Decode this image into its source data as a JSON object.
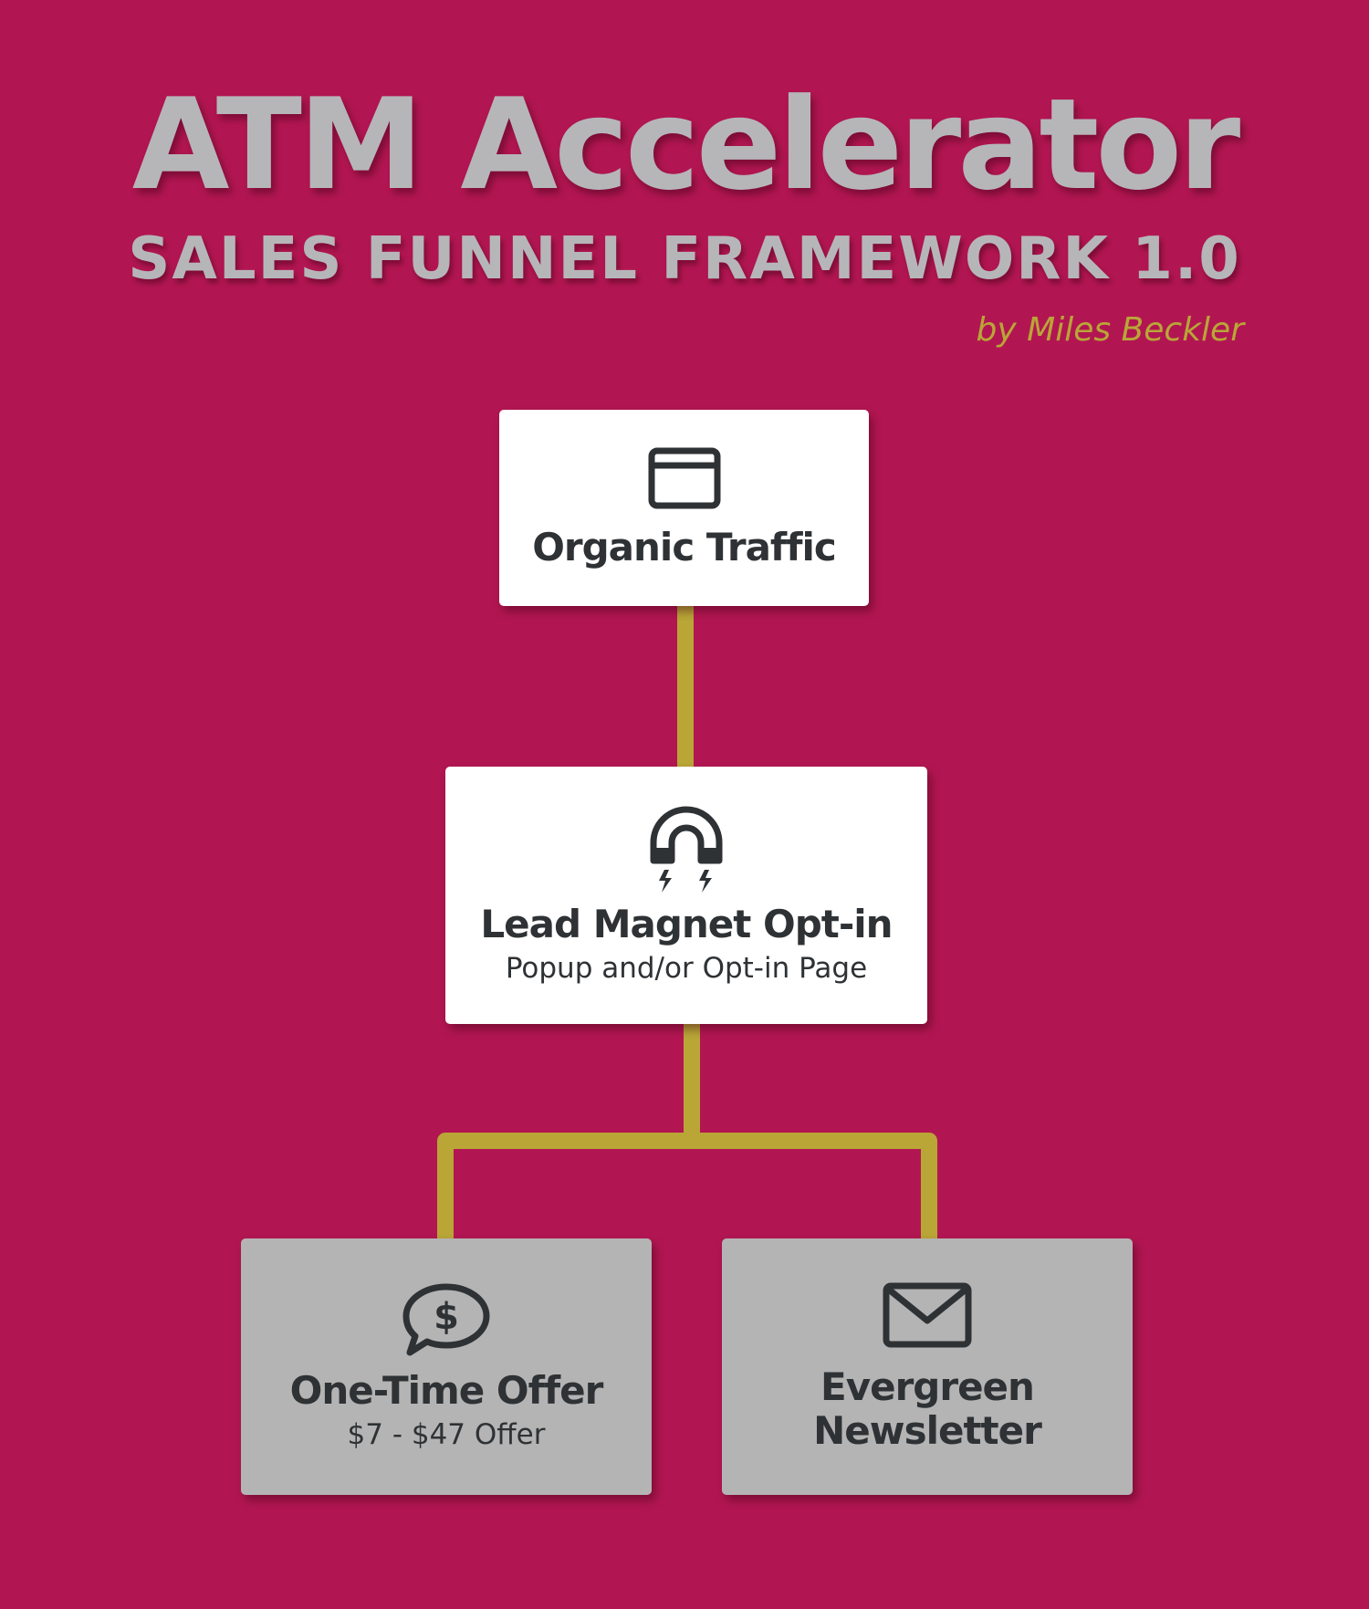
{
  "header": {
    "title": "ATM Accelerator",
    "subtitle": "SALES FUNNEL FRAMEWORK 1.0",
    "byline": "by Miles Beckler"
  },
  "colors": {
    "background": "#b21652",
    "title_text": "#b6b6b8",
    "byline_text": "#b9a637",
    "connector": "#b9a637",
    "node_white": "#ffffff",
    "node_grey": "#b4b4b4",
    "node_text": "#2f3235"
  },
  "diagram": {
    "nodes": [
      {
        "id": "organic-traffic",
        "icon": "browser-window-icon",
        "title": "Organic Traffic",
        "subtitle": ""
      },
      {
        "id": "lead-magnet",
        "icon": "magnet-icon",
        "title": "Lead Magnet Opt-in",
        "subtitle": "Popup and/or Opt-in Page"
      },
      {
        "id": "one-time-offer",
        "icon": "dollar-speech-bubble-icon",
        "title": "One-Time Offer",
        "subtitle": "$7 - $47 Offer"
      },
      {
        "id": "evergreen-newsletter",
        "icon": "envelope-icon",
        "title": "Evergreen Newsletter",
        "subtitle": ""
      }
    ],
    "edges": [
      {
        "from": "organic-traffic",
        "to": "lead-magnet"
      },
      {
        "from": "lead-magnet",
        "to": "one-time-offer"
      },
      {
        "from": "lead-magnet",
        "to": "evergreen-newsletter"
      }
    ]
  }
}
